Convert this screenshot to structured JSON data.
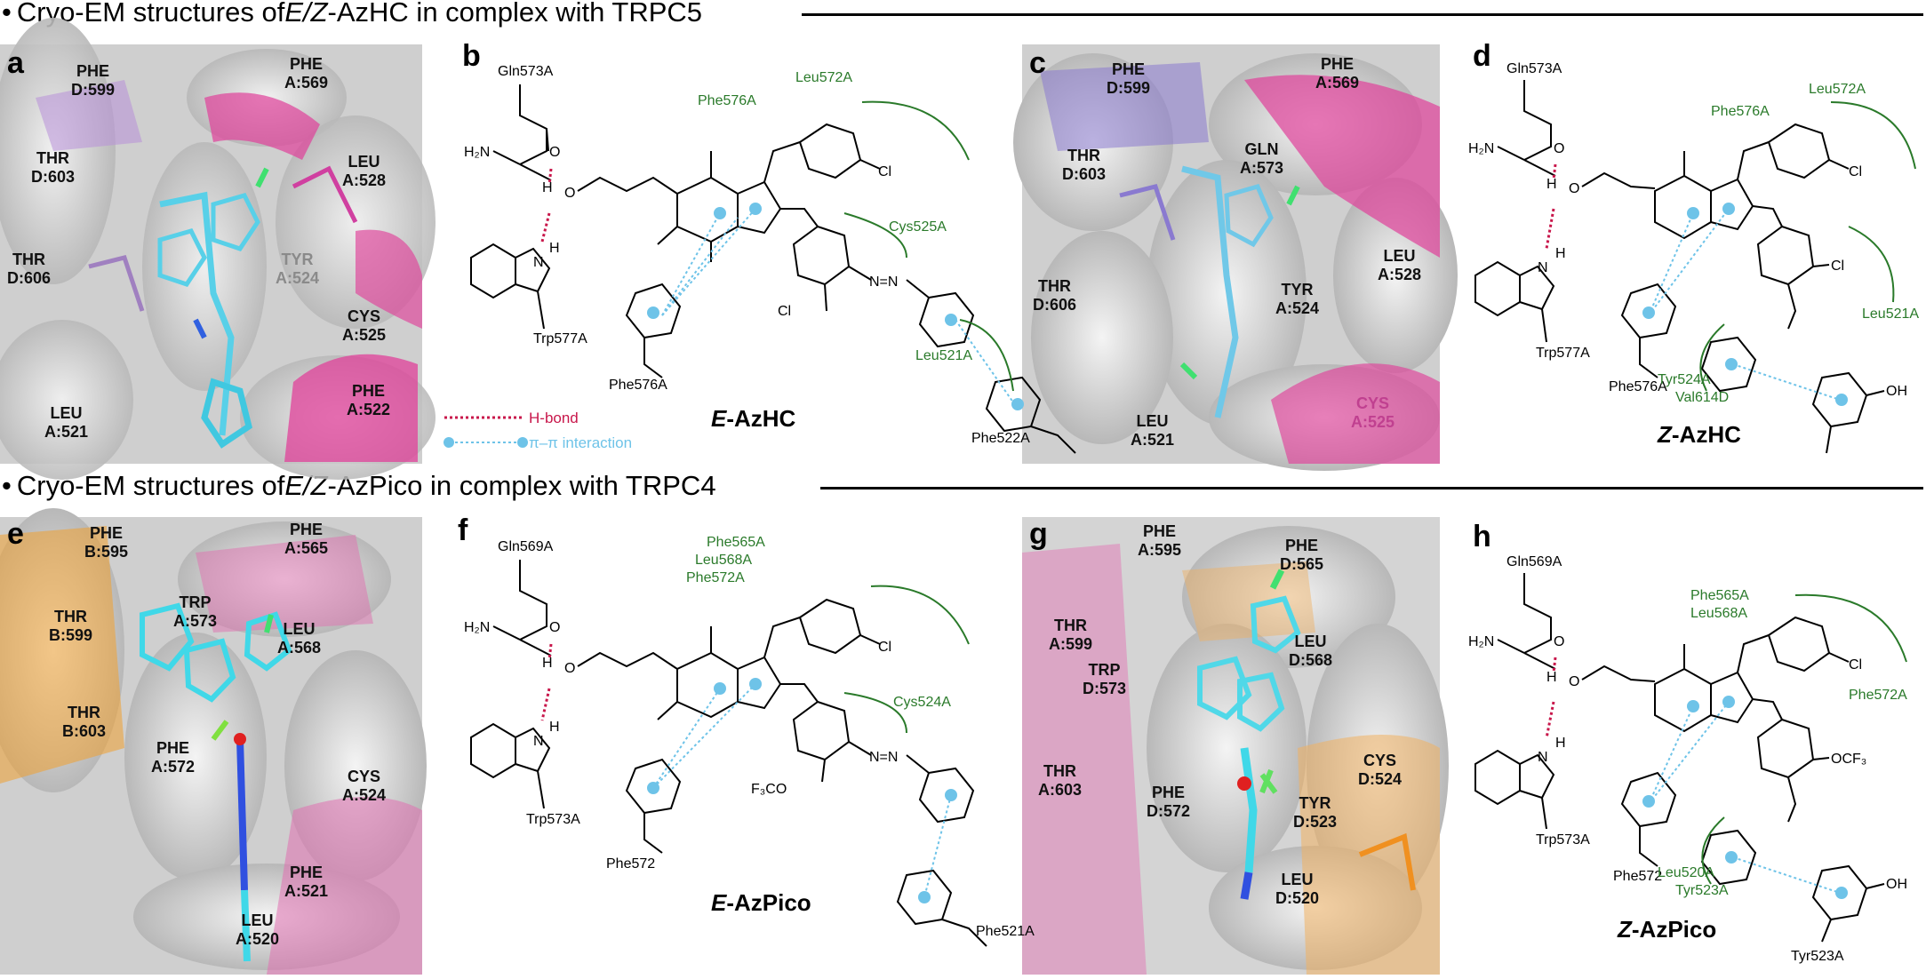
{
  "sections": [
    {
      "bullet": "•",
      "pre": "Cryo-EM structures of ",
      "ital": "E/Z",
      "post": "-AzHC in complex with TRPC5"
    },
    {
      "bullet": "•",
      "pre": "Cryo-EM structures of ",
      "ital": "E/Z",
      "post": "-AzPico in complex with TRPC4"
    }
  ],
  "panels": {
    "a": {
      "letter": "a",
      "residues": [
        {
          "t1": "PHE",
          "t2": "D:599"
        },
        {
          "t1": "PHE",
          "t2": "A:569"
        },
        {
          "t1": "THR",
          "t2": "D:603"
        },
        {
          "t1": "LEU",
          "t2": "A:528"
        },
        {
          "t1": "THR",
          "t2": "D:606"
        },
        {
          "t1": "TYR",
          "t2": "A:524"
        },
        {
          "t1": "CYS",
          "t2": "A:525"
        },
        {
          "t1": "PHE",
          "t2": "A:522"
        },
        {
          "t1": "LEU",
          "t2": "A:521"
        }
      ]
    },
    "b": {
      "letter": "b",
      "gln": "Gln573A",
      "trp": "Trp577A",
      "phe_b": "Phe576A",
      "phe576": "Phe576A",
      "leu572": "Leu572A",
      "cys": "Cys525A",
      "leu521": "Leu521A",
      "phe522": "Phe522A",
      "h2n": "H₂N",
      "o": "O",
      "h": "H",
      "n": "N",
      "cl": "Cl",
      "nn": "N=N",
      "legend_hbond": "H-bond",
      "legend_pi": "π–π interaction",
      "name_e": "E",
      "name_rest": "-AzHC"
    },
    "c": {
      "letter": "c",
      "residues": [
        {
          "t1": "PHE",
          "t2": "D:599"
        },
        {
          "t1": "PHE",
          "t2": "A:569"
        },
        {
          "t1": "GLN",
          "t2": "A:573"
        },
        {
          "t1": "THR",
          "t2": "D:603"
        },
        {
          "t1": "LEU",
          "t2": "A:528"
        },
        {
          "t1": "THR",
          "t2": "D:606"
        },
        {
          "t1": "TYR",
          "t2": "A:524"
        },
        {
          "t1": "CYS",
          "t2": "A:525"
        },
        {
          "t1": "LEU",
          "t2": "A:521"
        }
      ]
    },
    "d": {
      "letter": "d",
      "gln": "Gln573A",
      "trp": "Trp577A",
      "phe_b": "Phe576A",
      "phe576": "Phe576A",
      "leu572": "Leu572A",
      "leu521": "Leu521A",
      "tyr524": "Tyr524A",
      "val614": "Val614D",
      "oh": "OH",
      "name_z": "Z",
      "name_rest": "-AzHC"
    },
    "e": {
      "letter": "e",
      "residues": [
        {
          "t1": "PHE",
          "t2": "B:595"
        },
        {
          "t1": "PHE",
          "t2": "A:565"
        },
        {
          "t1": "THR",
          "t2": "B:599"
        },
        {
          "t1": "TRP",
          "t2": "A:573"
        },
        {
          "t1": "LEU",
          "t2": "A:568"
        },
        {
          "t1": "THR",
          "t2": "B:603"
        },
        {
          "t1": "PHE",
          "t2": "A:572"
        },
        {
          "t1": "CYS",
          "t2": "A:524"
        },
        {
          "t1": "PHE",
          "t2": "A:521"
        },
        {
          "t1": "LEU",
          "t2": "A:520"
        }
      ]
    },
    "f": {
      "letter": "f",
      "gln": "Gln569A",
      "trp": "Trp573A",
      "phe_b": "Phe572",
      "phe565": "Phe565A",
      "leu568": "Leu568A",
      "phe572": "Phe572A",
      "cys": "Cys524A",
      "phe521": "Phe521A",
      "f3co": "F₃CO",
      "name_e": "E",
      "name_rest": "-AzPico"
    },
    "g": {
      "letter": "g",
      "residues": [
        {
          "t1": "PHE",
          "t2": "A:595"
        },
        {
          "t1": "PHE",
          "t2": "D:565"
        },
        {
          "t1": "THR",
          "t2": "A:599"
        },
        {
          "t1": "TRP",
          "t2": "D:573"
        },
        {
          "t1": "LEU",
          "t2": "D:568"
        },
        {
          "t1": "THR",
          "t2": "A:603"
        },
        {
          "t1": "PHE",
          "t2": "D:572"
        },
        {
          "t1": "CYS",
          "t2": "D:524"
        },
        {
          "t1": "TYR",
          "t2": "D:523"
        },
        {
          "t1": "LEU",
          "t2": "D:520"
        }
      ]
    },
    "h": {
      "letter": "h",
      "gln": "Gln569A",
      "trp": "Trp573A",
      "phe_b": "Phe572",
      "phe565": "Phe565A",
      "leu568": "Leu568A",
      "phe572": "Phe572A",
      "leu520": "Leu520A",
      "tyr523": "Tyr523A",
      "tyr523b": "Tyr523A",
      "ocf3": "OCF₃",
      "name_z": "Z",
      "name_rest": "-AzPico"
    }
  },
  "colors": {
    "hbond": "#c8174b",
    "pi": "#6ec3e8",
    "contact": "#2a7a2a",
    "pink": "#e0409a",
    "orange": "#f0a030",
    "purple": "#9a80d0",
    "cyan": "#40c8e0"
  }
}
